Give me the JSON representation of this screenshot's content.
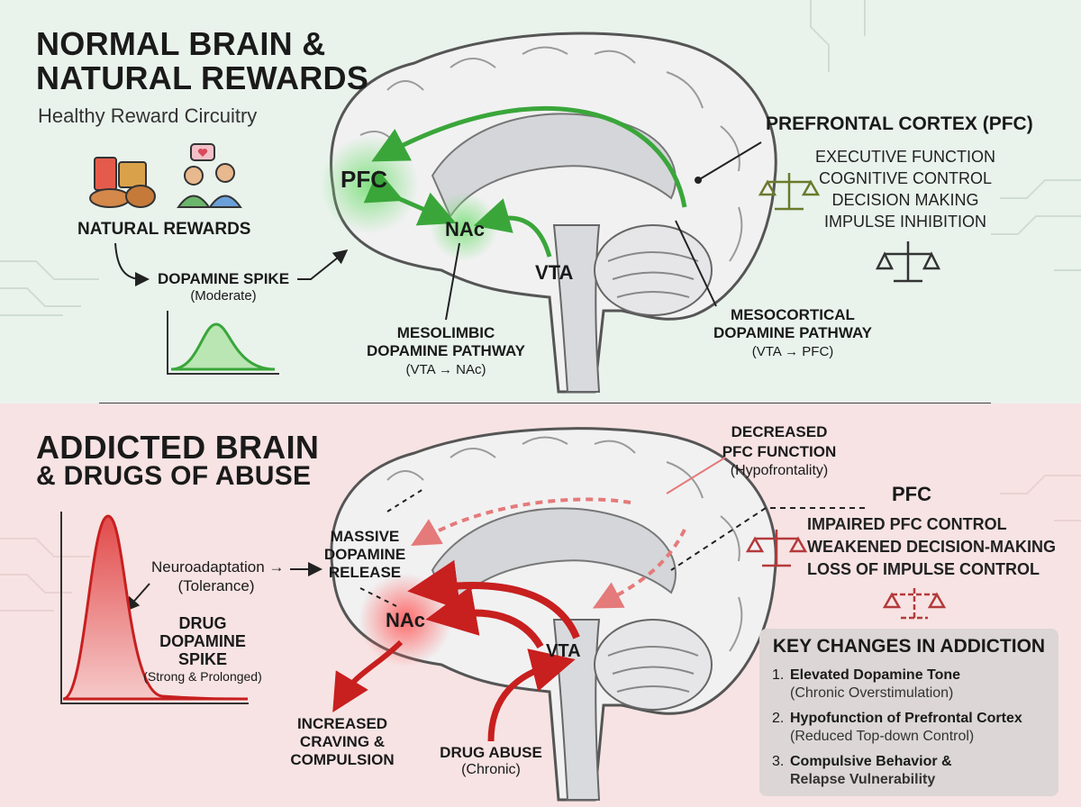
{
  "normal": {
    "title_line1": "NORMAL BRAIN &",
    "title_line2": "NATURAL REWARDS",
    "subtitle": "Healthy Reward Circuitry",
    "natural_rewards": "NATURAL REWARDS",
    "dopamine_spike": "DOPAMINE SPIKE",
    "dopamine_spike_note": "(Moderate)",
    "pfc": "PFC",
    "nac": "NAc",
    "vta": "VTA",
    "mesolimbic_line1": "MESOLIMBIC",
    "mesolimbic_line2": "DOPAMINE PATHWAY",
    "mesolimbic_note": "(VTA → NAc)",
    "mesocortical_line1": "MESOCORTICAL",
    "mesocortical_line2": "DOPAMINE PATHWAY",
    "mesocortical_note": "(VTA → PFC)",
    "pfc_heading": "PREFRONTAL CORTEX (PFC)",
    "pfc_functions": [
      "EXECUTIVE FUNCTION",
      "COGNITIVE CONTROL",
      "DECISION MAKING",
      "IMPULSE INHIBITION"
    ]
  },
  "addicted": {
    "title_line1": "ADDICTED BRAIN",
    "title_line2": "& DRUGS OF ABUSE",
    "neuroadaptation": "Neuroadaptation →",
    "tolerance": "(Tolerance)",
    "drug_spike_line1": "DRUG",
    "drug_spike_line2": "DOPAMINE",
    "drug_spike_line3": "SPIKE",
    "drug_spike_note": "(Strong & Prolonged)",
    "massive_line1": "MASSIVE",
    "massive_line2": "DOPAMINE",
    "massive_line3": "RELEASE",
    "decreased_line1": "DECREASED",
    "decreased_line2": "PFC FUNCTION",
    "decreased_note": "(Hypofrontality)",
    "pfc": "PFC",
    "pfc_impairments": [
      "IMPAIRED PFC CONTROL",
      "WEAKENED DECISION-MAKING",
      "LOSS OF IMPULSE CONTROL"
    ],
    "nac": "NAc",
    "vta": "VTA",
    "craving_line1": "INCREASED",
    "craving_line2": "CRAVING &",
    "craving_line3": "COMPULSION",
    "drug_abuse": "DRUG ABUSE",
    "drug_abuse_note": "(Chronic)"
  },
  "key_changes": {
    "title": "KEY CHANGES IN ADDICTION",
    "items": [
      {
        "num": "1.",
        "head": "Elevated Dopamine Tone",
        "detail": "(Chronic Overstimulation)"
      },
      {
        "num": "2.",
        "head": "Hypofunction of Prefrontal Cortex",
        "detail": "(Reduced Top-down Control)"
      },
      {
        "num": "3.",
        "head": "Compulsive Behavior &",
        "detail": "Relapse Vulnerability"
      }
    ]
  },
  "colors": {
    "normal_bg": "#e9f3ec",
    "addicted_bg": "#f7e3e3",
    "green": "#3aa63a",
    "red": "#c81f1f"
  },
  "icons": [
    "food-drink-icon",
    "social-connection-icon",
    "balance-scale-icon",
    "broken-scale-icon",
    "dopamine-curve-icon",
    "drug-spike-curve-icon"
  ]
}
